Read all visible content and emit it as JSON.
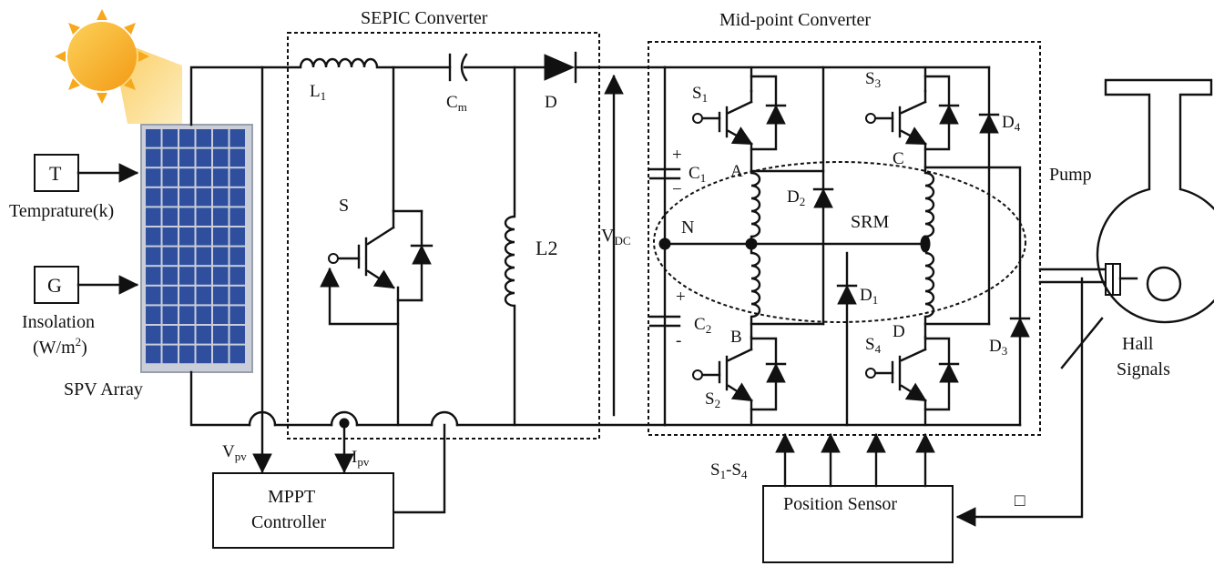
{
  "labels": {
    "sepic_title": "SEPIC Converter",
    "midpoint_title": "Mid-point Converter",
    "L1": "L",
    "L1_sub": "1",
    "Cm": "C",
    "Cm_sub": "m",
    "D": "D",
    "S": "S",
    "L2": "L2",
    "VDC": "V",
    "VDC_sub": "DC",
    "T_box": "T",
    "temperature": "Temprature(k)",
    "G_box": "G",
    "insolation_1": "Insolation",
    "insolation_2": "(W/m",
    "insolation_sup": "2",
    "insolation_3": ")",
    "spv_array": "SPV Array",
    "Vpv": "V",
    "Vpv_sub": "pv",
    "Ipv": "I",
    "Ipv_sub": "pv",
    "mppt_1": "MPPT",
    "mppt_2": "Controller",
    "S1": "S",
    "S1_sub": "1",
    "S2": "S",
    "S2_sub": "2",
    "S3": "S",
    "S3_sub": "3",
    "S4": "S",
    "S4_sub": "4",
    "D1": "D",
    "D1_sub": "1",
    "D2": "D",
    "D2_sub": "2",
    "D3": "D",
    "D3_sub": "3",
    "D4": "D",
    "D4_sub": "4",
    "C1": "C",
    "C1_sub": "1",
    "C2": "C",
    "C2_sub": "2",
    "plus_c1": "+",
    "minus_c1": "−",
    "plus_c2": "+",
    "minus_c2": "-",
    "node_A": "A",
    "node_B": "B",
    "node_C": "C",
    "node_D": "D",
    "node_N": "N",
    "srm": "SRM",
    "pump": "Pump",
    "hall_1": "Hall",
    "hall_2": "Signals",
    "gate_bus_1": "S",
    "gate_bus_sub1": "1",
    "gate_bus_mid": "-S",
    "gate_bus_sub2": "4",
    "position_sensor": "Position Sensor",
    "small_box_glyph": "□"
  },
  "colors": {
    "wire": "#111111",
    "sun_core": "#f7a81b",
    "sun_rays": "#f9c64a",
    "panel_cell": "#2f4f9e",
    "panel_frame": "#c9ced8"
  },
  "icons": {
    "sun": "sun-icon",
    "pv_panel": "solar-panel-icon",
    "pump": "pump-icon"
  }
}
